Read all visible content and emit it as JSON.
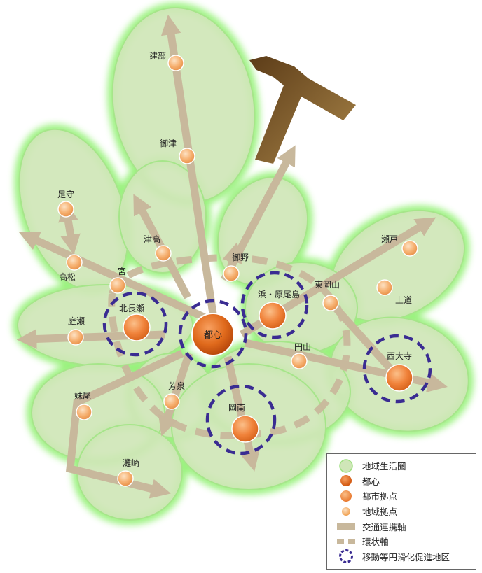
{
  "nodes": {
    "center": "都心",
    "kenbu": "建部",
    "mitsu": "御津",
    "ashimori": "足守",
    "tsudaka": "津高",
    "takamatsu": "高松",
    "ichinomiya": "一宮",
    "kitanagase": "北長瀬",
    "niwase": "庭瀬",
    "mino": "御野",
    "hama_haraojima": "浜・原尾島",
    "higashiokayama": "東岡山",
    "seto": "瀬戸",
    "joto": "上道",
    "marunoyama": "円山",
    "saidaiji": "西大寺",
    "haga": "芳泉",
    "konan": "岡南",
    "seno": "妹尾",
    "nadasaki": "灘崎"
  },
  "legend": [
    {
      "icon": "green-circle-icon",
      "label": "地域生活圏"
    },
    {
      "icon": "red-orange-circle-icon",
      "label": "都心"
    },
    {
      "icon": "orange-circle-icon",
      "label": "都市拠点"
    },
    {
      "icon": "small-orange-circle-icon",
      "label": "地域拠点"
    },
    {
      "icon": "solid-bar-icon",
      "label": "交通連携軸"
    },
    {
      "icon": "dashed-bar-icon",
      "label": "環状軸"
    },
    {
      "icon": "dashed-blue-circle-icon",
      "label": "移動等円滑化促進地区"
    }
  ],
  "colors": {
    "zone_fill": "#cfe6b8",
    "zone_glow": "#8ef06e",
    "axis": "#c8b89c",
    "center": "#e06a1c",
    "city_hub": "#f08a3c",
    "local_hub": "#f6b070",
    "promo_district": "#3a2c92",
    "arrow_dark": "#7a5a2c"
  }
}
